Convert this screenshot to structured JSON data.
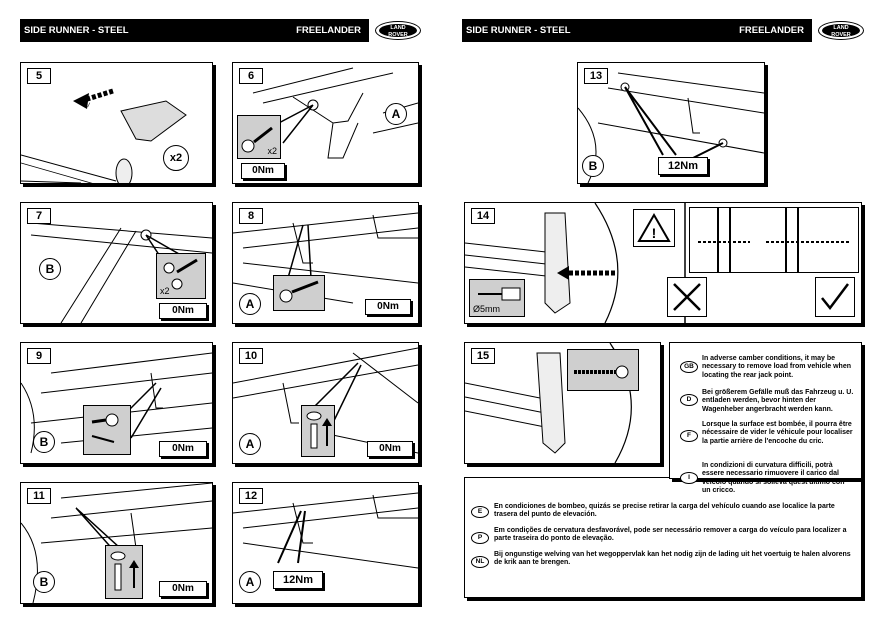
{
  "left_page": {
    "header": {
      "title": "SIDE RUNNER - STEEL",
      "model": "FREELANDER"
    }
  },
  "right_page": {
    "header": {
      "title": "SIDE RUNNER - STEEL",
      "model": "FREELANDER"
    }
  },
  "logo": {
    "line1": "LAND",
    "line2": "ROVER"
  },
  "steps": {
    "s5": {
      "num": "5",
      "multiplier": "x2"
    },
    "s6": {
      "num": "6",
      "torque": "0Nm",
      "letter": "A",
      "qty": "x2"
    },
    "s7": {
      "num": "7",
      "torque": "0Nm",
      "letter": "B",
      "qty": "x2"
    },
    "s8": {
      "num": "8",
      "torque": "0Nm",
      "letter": "A"
    },
    "s9": {
      "num": "9",
      "torque": "0Nm",
      "letter": "B"
    },
    "s10": {
      "num": "10",
      "torque": "0Nm",
      "letter": "A"
    },
    "s11": {
      "num": "11",
      "torque": "0Nm",
      "letter": "B"
    },
    "s12": {
      "num": "12",
      "torque": "12Nm",
      "letter": "A"
    },
    "s13": {
      "num": "13",
      "torque": "12Nm",
      "letter": "B"
    },
    "s14": {
      "num": "14",
      "drill": "Ø5mm"
    },
    "s15": {
      "num": "15"
    }
  },
  "notes": [
    {
      "code": "GB",
      "text": "In adverse camber conditions, it may be necessary to remove load from vehicle when locating the rear jack point."
    },
    {
      "code": "D",
      "text": "Bei größerem Gefälle muß das Fahrzeug u. U. entladen werden, bevor hinten der Wagenheber angerbracht werden kann."
    },
    {
      "code": "F",
      "text": "Lorsque la surface est bombée, il pourra être nécessaire de vider le véhicule pour localiser la partie arrière de l'encoche du cric."
    },
    {
      "code": "I",
      "text": "In condizioni di curvatura difficili, potrà essere necessario rimuovere il carico dal veicolo quando si solleva quest'ultimo con un cricco."
    },
    {
      "code": "E",
      "text": "En condiciones de bombeo, quizás se precise retirar la carga del vehículo cuando ase localice la parte trasera del punto de elevación."
    },
    {
      "code": "P",
      "text": "Em condições de cervatura desfavorável, pode ser necessário remover a carga do veículo para localizer a parte traseira do ponto de elevação."
    },
    {
      "code": "NL",
      "text": "Bij ongunstige welving van het wegoppervlak kan het nodig zijn de lading uit het voertuig te halen alvorens de krik aan te brengen."
    }
  ]
}
